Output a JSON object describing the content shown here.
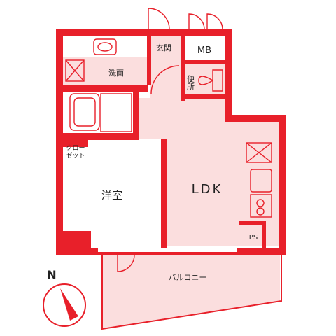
{
  "colors": {
    "wall": "#e8202a",
    "floor": "#fbdede",
    "ink": "#222222",
    "background": "#ffffff"
  },
  "rooms": {
    "entrance": "玄関",
    "meter_box": "MB",
    "washroom": "洗面",
    "toilet": "便所",
    "closet": "クロー\nゼット",
    "western_room": "洋室",
    "ldk": "LDK",
    "pipe_space": "PS",
    "balcony": "バルコニー"
  },
  "compass": {
    "north_label": "N",
    "icon": "north-arrow-icon"
  }
}
